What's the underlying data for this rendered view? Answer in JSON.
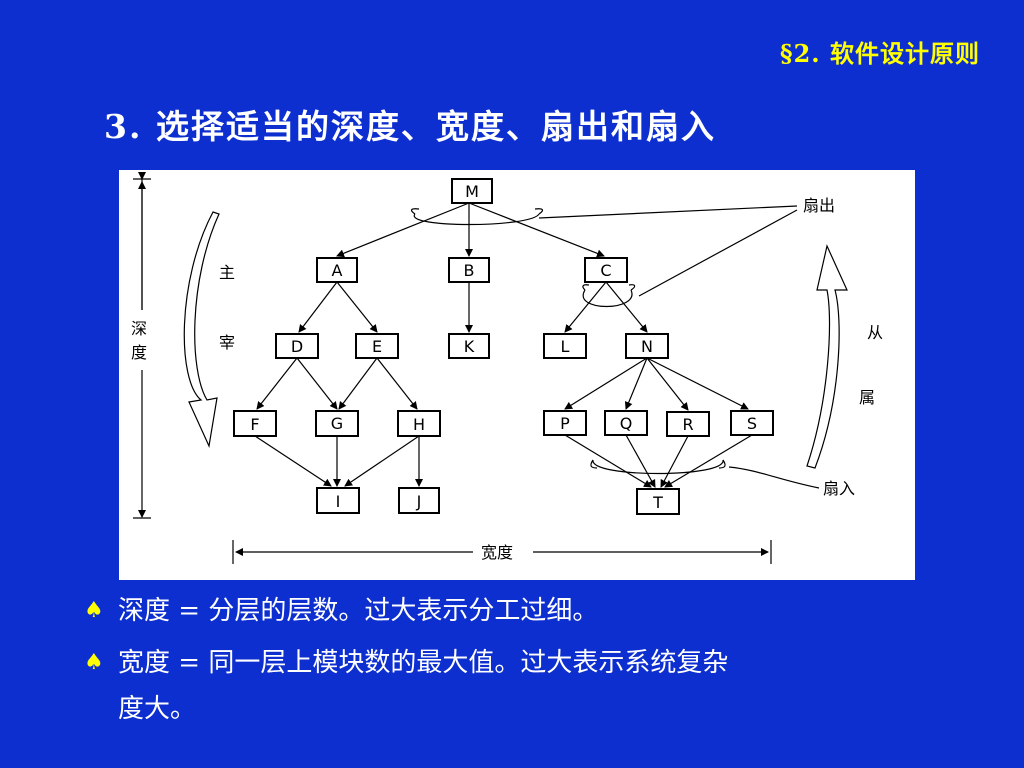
{
  "section_title": "§2. 软件设计原则",
  "heading": "3. 选择适当的深度、宽度、扇出和扇入",
  "diagram": {
    "nodes": [
      "M",
      "A",
      "B",
      "C",
      "D",
      "E",
      "K",
      "L",
      "N",
      "F",
      "G",
      "H",
      "P",
      "Q",
      "R",
      "S",
      "I",
      "J",
      "T"
    ],
    "labels": {
      "fan_out": "扇出",
      "fan_in": "扇入",
      "depth": "深度",
      "width": "宽度",
      "dominate": [
        "主",
        "宰"
      ],
      "subordinate": [
        "从",
        "属"
      ]
    }
  },
  "bullets": [
    {
      "icon": "spade-icon",
      "text": "深度 = 分层的层数。过大表示分工过细。"
    },
    {
      "icon": "spade-icon",
      "text": "宽度 = 同一层上模块数的最大值。过大表示系统复杂",
      "cont": "度大。"
    }
  ],
  "colors": {
    "background": "#0d2fd0",
    "section_title": "#ffff00",
    "text": "#ffffff"
  }
}
